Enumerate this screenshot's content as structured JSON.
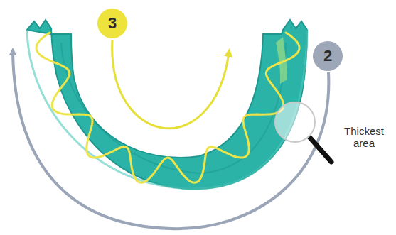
{
  "diagram": {
    "nodes": [
      {
        "text": [
          "3"
        ]
      },
      {
        "text": [
          "2"
        ]
      }
    ],
    "labels": [
      "Thickest area"
    ]
  }
}
